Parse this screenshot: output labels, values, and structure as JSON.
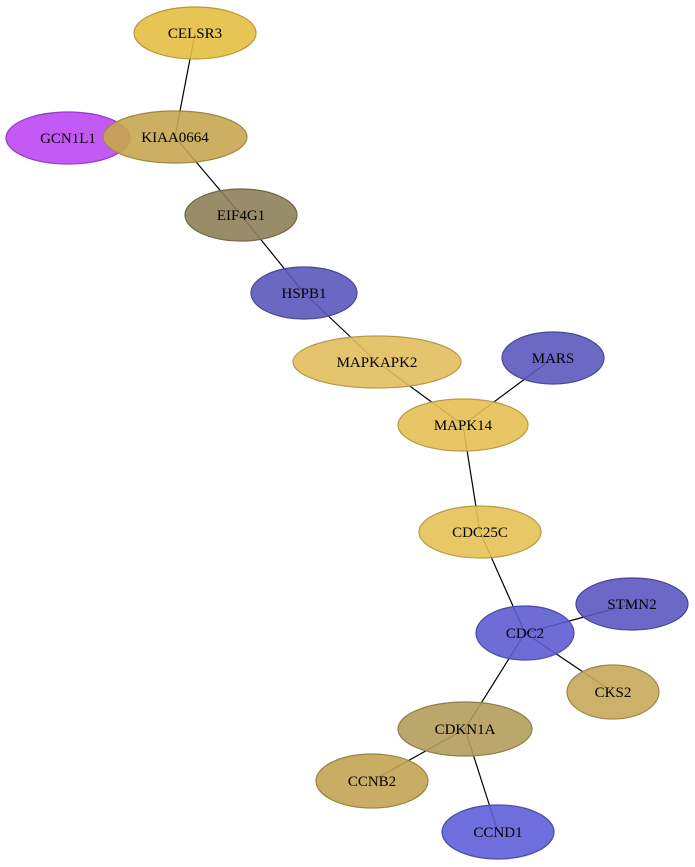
{
  "graph": {
    "nodes": [
      {
        "id": "CELSR3",
        "label": "CELSR3",
        "color": "#e3bf43"
      },
      {
        "id": "GCN1L1",
        "label": "GCN1L1",
        "color": "#bd48f5"
      },
      {
        "id": "KIAA0664",
        "label": "KIAA0664",
        "color": "#c7a64f"
      },
      {
        "id": "EIF4G1",
        "label": "EIF4G1",
        "color": "#8d7f59"
      },
      {
        "id": "HSPB1",
        "label": "HSPB1",
        "color": "#5b58bd"
      },
      {
        "id": "MAPKAPK2",
        "label": "MAPKAPK2",
        "color": "#e1bf5d"
      },
      {
        "id": "MARS",
        "label": "MARS",
        "color": "#5c59bf"
      },
      {
        "id": "MAPK14",
        "label": "MAPK14",
        "color": "#e5c055"
      },
      {
        "id": "CDC25C",
        "label": "CDC25C",
        "color": "#e5c255"
      },
      {
        "id": "STMN2",
        "label": "STMN2",
        "color": "#5b58c1"
      },
      {
        "id": "CDC2",
        "label": "CDC2",
        "color": "#5e5dd1"
      },
      {
        "id": "CKS2",
        "label": "CKS2",
        "color": "#c6a85a"
      },
      {
        "id": "CDKN1A",
        "label": "CDKN1A",
        "color": "#b49c5c"
      },
      {
        "id": "CCNB2",
        "label": "CCNB2",
        "color": "#c3a454"
      },
      {
        "id": "CCND1",
        "label": "CCND1",
        "color": "#5e5ed8"
      }
    ],
    "edges": [
      {
        "source": "CELSR3",
        "target": "KIAA0664"
      },
      {
        "source": "KIAA0664",
        "target": "EIF4G1"
      },
      {
        "source": "EIF4G1",
        "target": "HSPB1"
      },
      {
        "source": "HSPB1",
        "target": "MAPKAPK2"
      },
      {
        "source": "MAPKAPK2",
        "target": "MAPK14"
      },
      {
        "source": "MARS",
        "target": "MAPK14"
      },
      {
        "source": "MAPK14",
        "target": "CDC25C"
      },
      {
        "source": "CDC25C",
        "target": "CDC2"
      },
      {
        "source": "STMN2",
        "target": "CDC2"
      },
      {
        "source": "CDC2",
        "target": "CKS2"
      },
      {
        "source": "CDC2",
        "target": "CDKN1A"
      },
      {
        "source": "CDKN1A",
        "target": "CCNB2"
      },
      {
        "source": "CDKN1A",
        "target": "CCND1"
      }
    ]
  }
}
